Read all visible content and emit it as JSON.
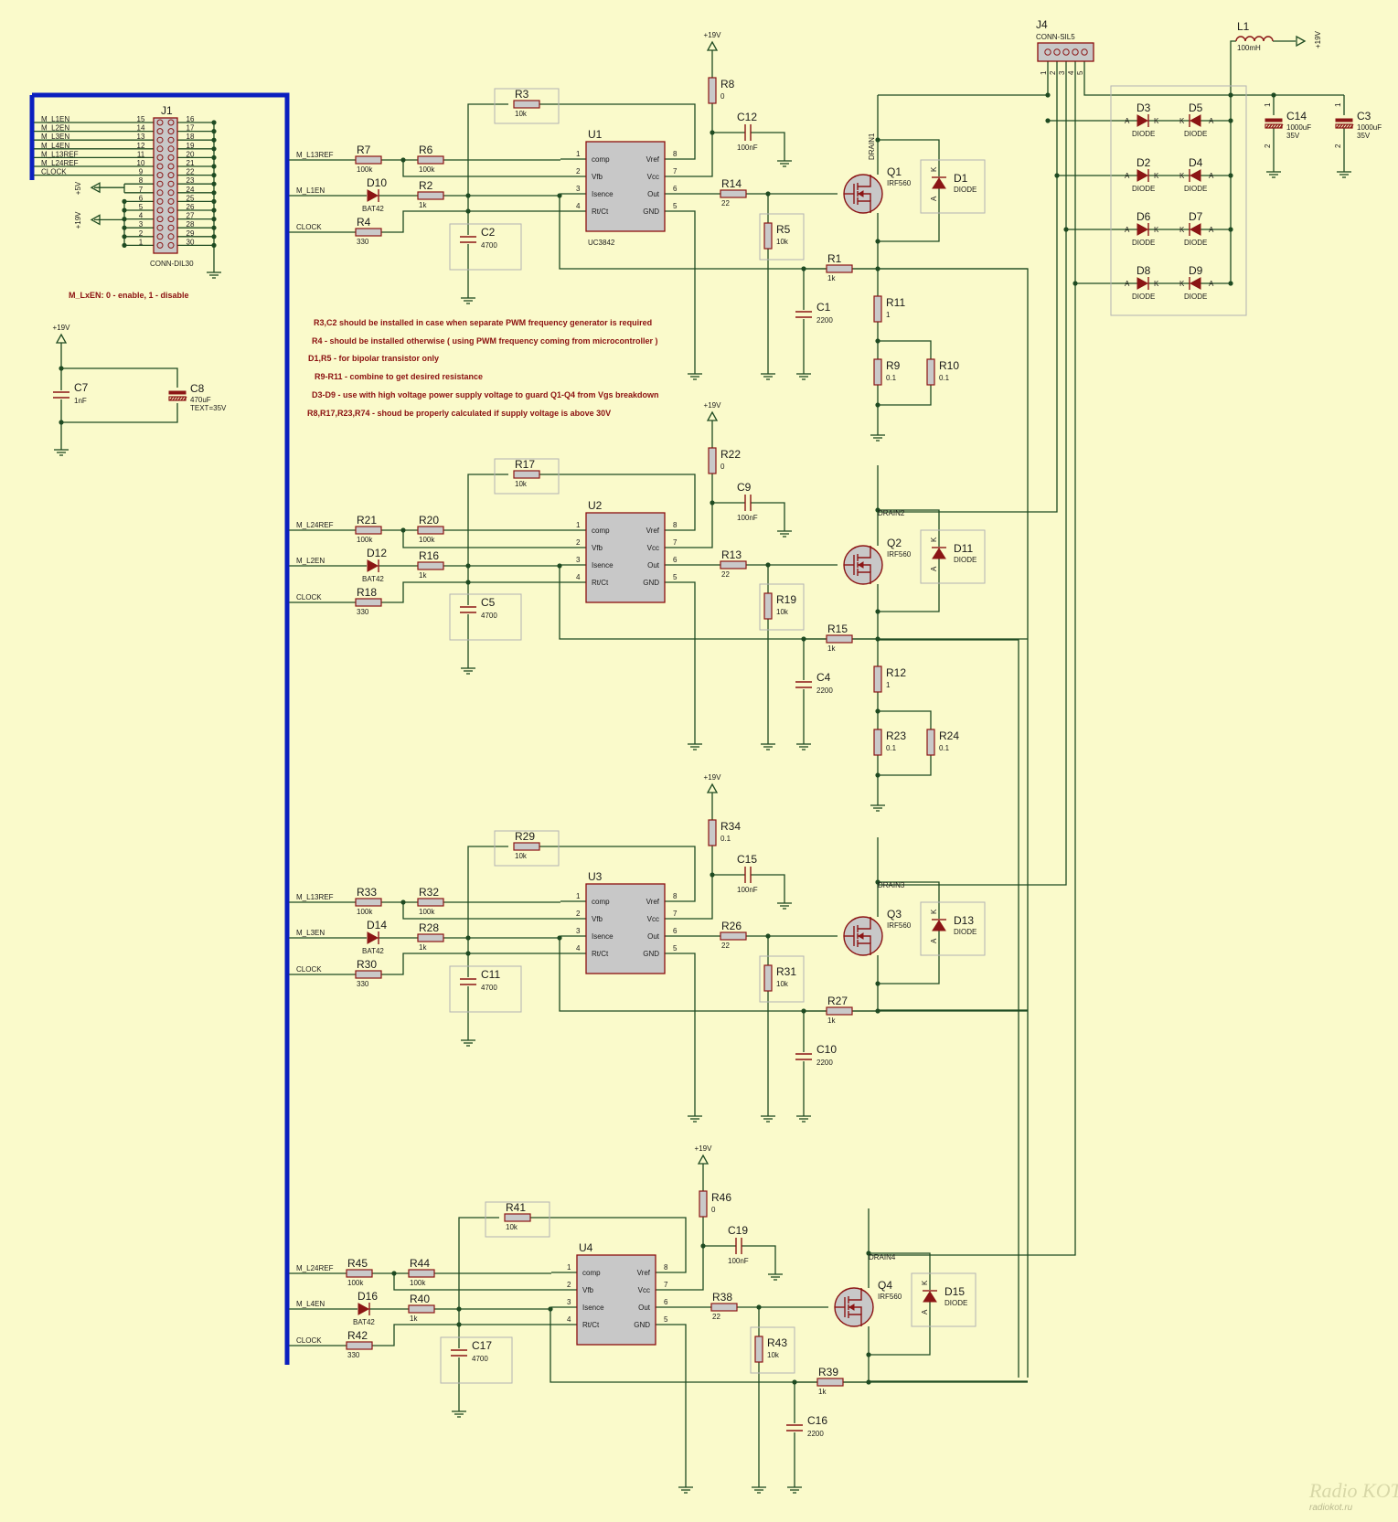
{
  "connector_j1": {
    "ref": "J1",
    "value": "CONN-DIL30",
    "signals": [
      "M_L1EN",
      "M_L2EN",
      "M_L3EN",
      "M_L4EN",
      "M_L13REF",
      "M_L24REF",
      "CLOCK"
    ],
    "left_pins": [
      "15",
      "14",
      "13",
      "12",
      "11",
      "10",
      "9",
      "8",
      "7",
      "6",
      "5",
      "4",
      "3",
      "2",
      "1"
    ],
    "right_pins": [
      "16",
      "17",
      "18",
      "19",
      "20",
      "21",
      "22",
      "23",
      "24",
      "25",
      "26",
      "27",
      "28",
      "29",
      "30"
    ],
    "p5v": "+5V",
    "p19v": "+19V"
  },
  "enable_note": "M_LxEN: 0 - enable, 1 - disable",
  "power_block": {
    "rail": "+19V",
    "c7": {
      "ref": "C7",
      "value": "1nF"
    },
    "c8": {
      "ref": "C8",
      "value": "470uF",
      "extra": "TEXT=35V"
    }
  },
  "notes": [
    "R3,C2  should be installed in case when separate PWM frequency generator is required",
    "R4 - should be installed otherwise ( using PWM frequency coming from microcontroller )",
    "D1,R5 - for bipolar transistor only",
    "R9-R11 - combine to get desired resistance",
    "D3-D9 - use with high voltage power supply voltage to guard Q1-Q4 from Vgs breakdown",
    "R8,R17,R23,R74 - shoud be properly calculated if supply voltage is above 30V"
  ],
  "ic_pins": {
    "left": [
      [
        "1",
        "comp"
      ],
      [
        "2",
        "Vfb"
      ],
      [
        "3",
        "Isence"
      ],
      [
        "4",
        "Rt/Ct"
      ]
    ],
    "right": [
      [
        "8",
        "Vref"
      ],
      [
        "7",
        "Vcc"
      ],
      [
        "6",
        "Out"
      ],
      [
        "5",
        "GND"
      ]
    ]
  },
  "rail_19v": "+19V",
  "channels": [
    {
      "ic": "U1",
      "ic_value": "UC3842",
      "ref_net": "M_L13REF",
      "en_net": "M_L1EN",
      "clk_net": "CLOCK",
      "r_ref": {
        "ref": "R7",
        "value": "100k"
      },
      "r_fb": {
        "ref": "R6",
        "value": "100k"
      },
      "d_en": {
        "ref": "D10",
        "value": "BAT42"
      },
      "r_is": {
        "ref": "R2",
        "value": "1k"
      },
      "r_clk": {
        "ref": "R4",
        "value": "330"
      },
      "r_osc": {
        "ref": "R3",
        "value": "10k"
      },
      "c_osc": {
        "ref": "C2",
        "value": "4700"
      },
      "r_vcc": {
        "ref": "R8",
        "value": "0"
      },
      "c_vcc": {
        "ref": "C12",
        "value": "100nF"
      },
      "r_gate": {
        "ref": "R14",
        "value": "22"
      },
      "r_pd": {
        "ref": "R5",
        "value": "10k"
      },
      "r_sense": {
        "ref": "R1",
        "value": "1k"
      },
      "c_sense": {
        "ref": "C1",
        "value": "2200"
      },
      "q": {
        "ref": "Q1",
        "value": "IRF560"
      },
      "d_q": {
        "ref": "D1",
        "value": "DIODE"
      },
      "drain": "DRAIN1",
      "rs_a": {
        "ref": "R11",
        "value": "1"
      },
      "rs_b": {
        "ref": "R9",
        "value": "0.1"
      },
      "rs_c": {
        "ref": "R10",
        "value": "0.1"
      }
    },
    {
      "ic": "U2",
      "ic_value": "",
      "ref_net": "M_L24REF",
      "en_net": "M_L2EN",
      "clk_net": "CLOCK",
      "r_ref": {
        "ref": "R21",
        "value": "100k"
      },
      "r_fb": {
        "ref": "R20",
        "value": "100k"
      },
      "d_en": {
        "ref": "D12",
        "value": "BAT42"
      },
      "r_is": {
        "ref": "R16",
        "value": "1k"
      },
      "r_clk": {
        "ref": "R18",
        "value": "330"
      },
      "r_osc": {
        "ref": "R17",
        "value": "10k"
      },
      "c_osc": {
        "ref": "C5",
        "value": "4700"
      },
      "r_vcc": {
        "ref": "R22",
        "value": "0"
      },
      "c_vcc": {
        "ref": "C9",
        "value": "100nF"
      },
      "r_gate": {
        "ref": "R13",
        "value": "22"
      },
      "r_pd": {
        "ref": "R19",
        "value": "10k"
      },
      "r_sense": {
        "ref": "R15",
        "value": "1k"
      },
      "c_sense": {
        "ref": "C4",
        "value": "2200"
      },
      "q": {
        "ref": "Q2",
        "value": "IRF560"
      },
      "d_q": {
        "ref": "D11",
        "value": "DIODE"
      },
      "drain": "DRAIN2",
      "rs_a": {
        "ref": "R12",
        "value": "1"
      },
      "rs_b": {
        "ref": "R23",
        "value": "0.1"
      },
      "rs_c": {
        "ref": "R24",
        "value": "0.1"
      }
    },
    {
      "ic": "U3",
      "ic_value": "",
      "ref_net": "M_L13REF",
      "en_net": "M_L3EN",
      "clk_net": "CLOCK",
      "r_ref": {
        "ref": "R33",
        "value": "100k"
      },
      "r_fb": {
        "ref": "R32",
        "value": "100k"
      },
      "d_en": {
        "ref": "D14",
        "value": "BAT42"
      },
      "r_is": {
        "ref": "R28",
        "value": "1k"
      },
      "r_clk": {
        "ref": "R30",
        "value": "330"
      },
      "r_osc": {
        "ref": "R29",
        "value": "10k"
      },
      "c_osc": {
        "ref": "C11",
        "value": "4700"
      },
      "r_vcc": {
        "ref": "R34",
        "value": "0.1"
      },
      "c_vcc": {
        "ref": "C15",
        "value": "100nF"
      },
      "r_gate": {
        "ref": "R26",
        "value": "22"
      },
      "r_pd": {
        "ref": "R31",
        "value": "10k"
      },
      "r_sense": {
        "ref": "R27",
        "value": "1k"
      },
      "c_sense": {
        "ref": "C10",
        "value": "2200"
      },
      "q": {
        "ref": "Q3",
        "value": "IRF560"
      },
      "d_q": {
        "ref": "D13",
        "value": "DIODE"
      },
      "drain": "DRAIN3"
    },
    {
      "ic": "U4",
      "ic_value": "",
      "ref_net": "M_L24REF",
      "en_net": "M_L4EN",
      "clk_net": "CLOCK",
      "r_ref": {
        "ref": "R45",
        "value": "100k"
      },
      "r_fb": {
        "ref": "R44",
        "value": "100k"
      },
      "d_en": {
        "ref": "D16",
        "value": "BAT42"
      },
      "r_is": {
        "ref": "R40",
        "value": "1k"
      },
      "r_clk": {
        "ref": "R42",
        "value": "330"
      },
      "r_osc": {
        "ref": "R41",
        "value": "10k"
      },
      "c_osc": {
        "ref": "C17",
        "value": "4700"
      },
      "r_vcc": {
        "ref": "R46",
        "value": "0"
      },
      "c_vcc": {
        "ref": "C19",
        "value": "100nF"
      },
      "r_gate": {
        "ref": "R38",
        "value": "22"
      },
      "r_pd": {
        "ref": "R43",
        "value": "10k"
      },
      "r_sense": {
        "ref": "R39",
        "value": "1k"
      },
      "c_sense": {
        "ref": "C16",
        "value": "2200"
      },
      "q": {
        "ref": "Q4",
        "value": "IRF560"
      },
      "d_q": {
        "ref": "D15",
        "value": "DIODE"
      },
      "drain": "DRAIN4"
    }
  ],
  "output_block": {
    "j4": {
      "ref": "J4",
      "value": "CONN-SIL5",
      "pins": [
        "1",
        "2",
        "3",
        "4",
        "5"
      ]
    },
    "l1": {
      "ref": "L1",
      "value": "100mH"
    },
    "rail": "+19V",
    "c14": {
      "ref": "C14",
      "value": "1000uF",
      "volt": "35V"
    },
    "c3": {
      "ref": "C3",
      "value": "1000uF",
      "volt": "35V"
    },
    "diode_rows": [
      {
        "a": "D3",
        "b": "D5"
      },
      {
        "a": "D2",
        "b": "D4"
      },
      {
        "a": "D6",
        "b": "D7"
      },
      {
        "a": "D8",
        "b": "D9"
      }
    ],
    "diode_value": "DIODE",
    "anode": "A",
    "cathode": "K",
    "cap_pin_1": "1",
    "cap_pin_2": "2"
  },
  "watermark": {
    "logo": "Radio KOT",
    "url": "radiokot.ru"
  }
}
